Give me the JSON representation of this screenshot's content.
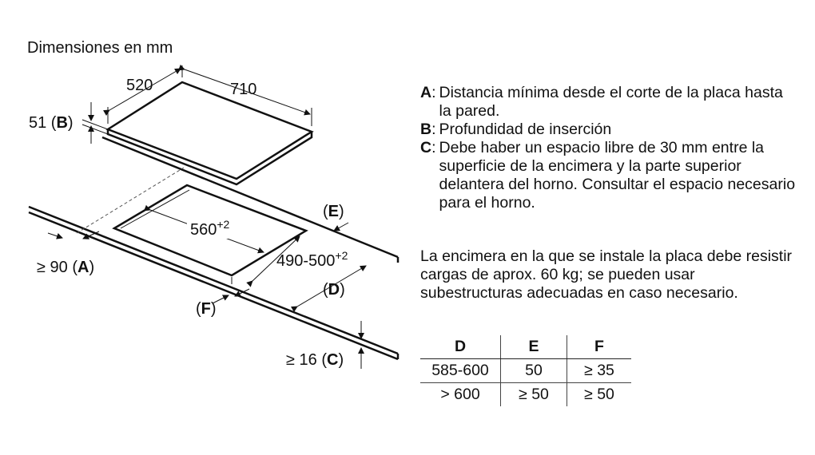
{
  "diagram": {
    "title": "Dimensiones en mm",
    "labels": {
      "width_520": "520",
      "length_710": "710",
      "height_51_num": "51 (",
      "height_51_key": "B",
      "height_51_close": ")",
      "cutout_560_base": "560",
      "cutout_560_tol": "+2",
      "cutout_490_base": "490-500",
      "cutout_490_tol": "+2",
      "dist_90_num": "≥ 90 (",
      "dist_90_key": "A",
      "dist_90_close": ")",
      "dist_16_num": "≥ 16 (",
      "dist_16_key": "C",
      "dist_16_close": ")",
      "label_E_open": "(",
      "label_E_key": "E",
      "label_E_close": ")",
      "label_D_open": "(",
      "label_D_key": "D",
      "label_D_close": ")",
      "label_F_open": "(",
      "label_F_key": "F",
      "label_F_close": ")"
    }
  },
  "notes": [
    {
      "key": "A",
      "text": "Distancia mínima desde el corte de la placa hasta la pared."
    },
    {
      "key": "B",
      "text": "Profundidad de inserción"
    },
    {
      "key": "C",
      "text": "Debe haber un espacio libre de 30 mm entre la superficie de la encimera y la parte superior delantera del horno. Consultar el espacio necesario para el horno."
    }
  ],
  "load_text": "La encimera en la que se instale la placa debe resistir cargas de aprox. 60 kg; se pueden usar subestructuras adecuadas en caso necesario.",
  "table": {
    "headers": [
      "D",
      "E",
      "F"
    ],
    "rows": [
      [
        "585-600",
        "50",
        "≥ 35"
      ],
      [
        "> 600",
        "≥ 50",
        "≥ 50"
      ]
    ]
  }
}
